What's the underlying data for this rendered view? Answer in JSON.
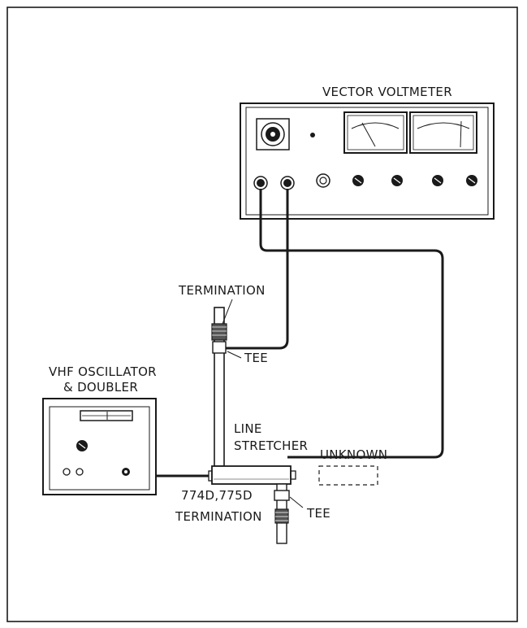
{
  "labels": {
    "vector_voltmeter": "VECTOR VOLTMETER",
    "termination_top": "TERMINATION",
    "tee_top": "TEE",
    "vhf_line1": "VHF OSCILLATOR",
    "vhf_line2": "& DOUBLER",
    "line_stretcher_1": "LINE",
    "line_stretcher_2": "STRETCHER",
    "unknown": "UNKNOWN",
    "model": "774D,775D",
    "termination_bottom": "TERMINATION",
    "tee_bottom": "TEE"
  },
  "colors": {
    "ink": "#1a1a1a",
    "background": "#ffffff",
    "knurl": "#555555"
  }
}
